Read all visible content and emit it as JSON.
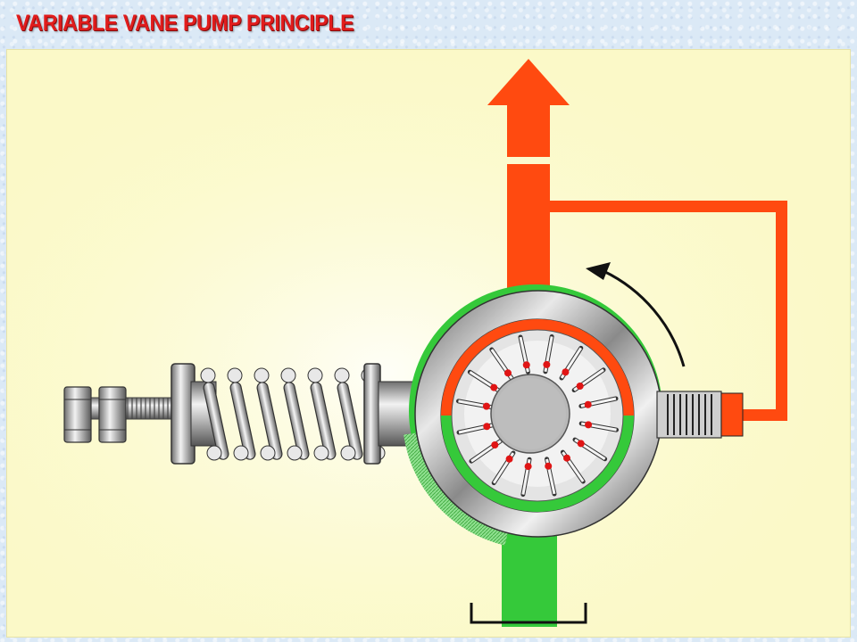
{
  "title": "VARIABLE VANE PUMP PRINCIPLE",
  "colors": {
    "title": "#e11c1c",
    "panel_background": "#fbf9c8",
    "pressure_oil": "#ff4a10",
    "suction_oil": "#35c93a",
    "steel": "#9a9a9a"
  },
  "diagram": {
    "components": [
      "adjusting-screw",
      "lock-nuts",
      "control-spring",
      "stator-ring",
      "rotor",
      "vanes",
      "pressure-outlet",
      "suction-inlet",
      "control-piston",
      "feedback-line",
      "rotation-arrow",
      "oil-reservoir"
    ],
    "vane_count": 16,
    "rotation": "counter-clockwise"
  }
}
